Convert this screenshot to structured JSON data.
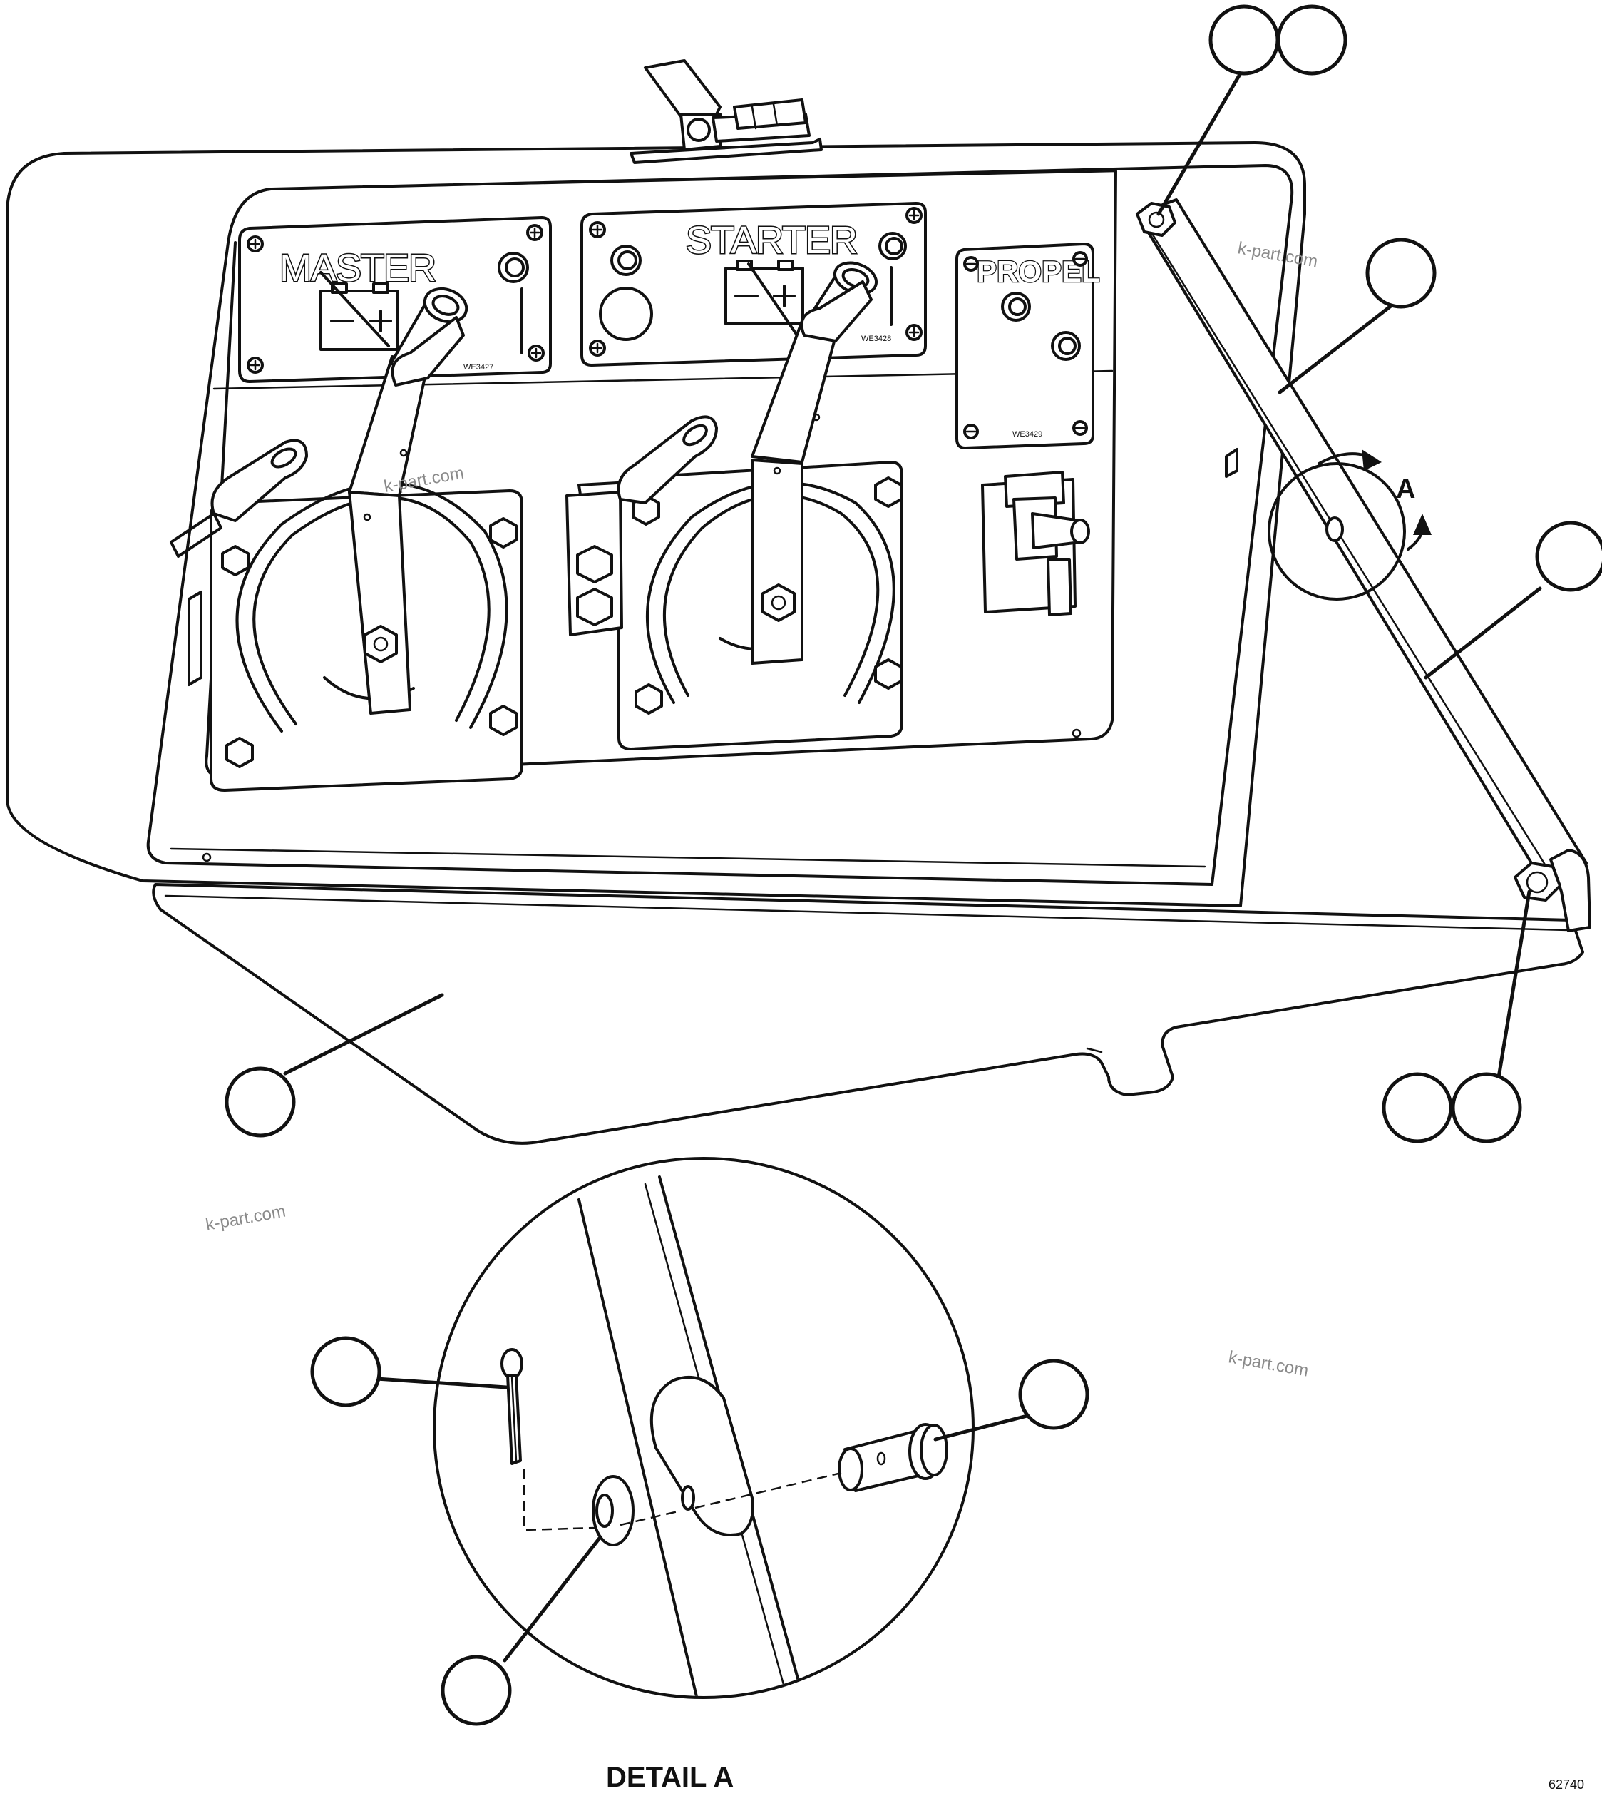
{
  "panels": {
    "master_label": "MASTER",
    "starter_label": "STARTER",
    "propel_label": "PROPEL",
    "master_code": "WE3427",
    "starter_code": "WE3428",
    "propel_code": "WE3429"
  },
  "detail": {
    "title": "DETAIL A",
    "view_letter": "A"
  },
  "figure_number": "62740",
  "watermarks": [
    "k-part.com",
    "k-part.com",
    "k-part.com",
    "k-part.com"
  ]
}
